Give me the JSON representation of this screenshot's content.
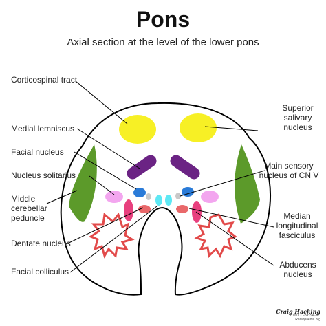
{
  "title": "Pons",
  "subtitle": "Axial section at the level of the lower pons",
  "labels_left": {
    "corticospinal": "Corticospinal tract",
    "medial_lemniscus": "Medial lemniscus",
    "facial_nucleus": "Facial nucleus",
    "nucleus_solitarius": "Nucleus solitarius",
    "mcp_line1": "Middle",
    "mcp_line2": "cerebellar",
    "mcp_line3": "peduncle",
    "dentate": "Dentate nucleus",
    "facial_colliculus": "Facial colliculus"
  },
  "labels_right": {
    "salivary_line1": "Superior",
    "salivary_line2": "salivary",
    "salivary_line3": "nucleus",
    "sensory_line1": "Main sensory",
    "sensory_line2": "nucleus of CN V",
    "mlf_line1": "Median",
    "mlf_line2": "longitudinal",
    "mlf_line3": "fasciculus",
    "abducens_line1": "Abducens",
    "abducens_line2": "nucleus"
  },
  "credit": {
    "author": "Craig Hacking",
    "license": "2020 CC-BY-SA-NC",
    "site": "Radiopaedia.org"
  },
  "colors": {
    "corticospinal": "#f7f025",
    "medial_lemniscus": "#6b2384",
    "peduncle": "#5c9a2a",
    "facial_nucleus": "#f3a6ef",
    "abducens": "#e9686a",
    "mlf": "#e8407e",
    "sensory_v": "#2a7bd8",
    "solitarius": "#c9c9c9",
    "colliculus": "#5ee8f4",
    "dentate": "#e24a4a"
  }
}
